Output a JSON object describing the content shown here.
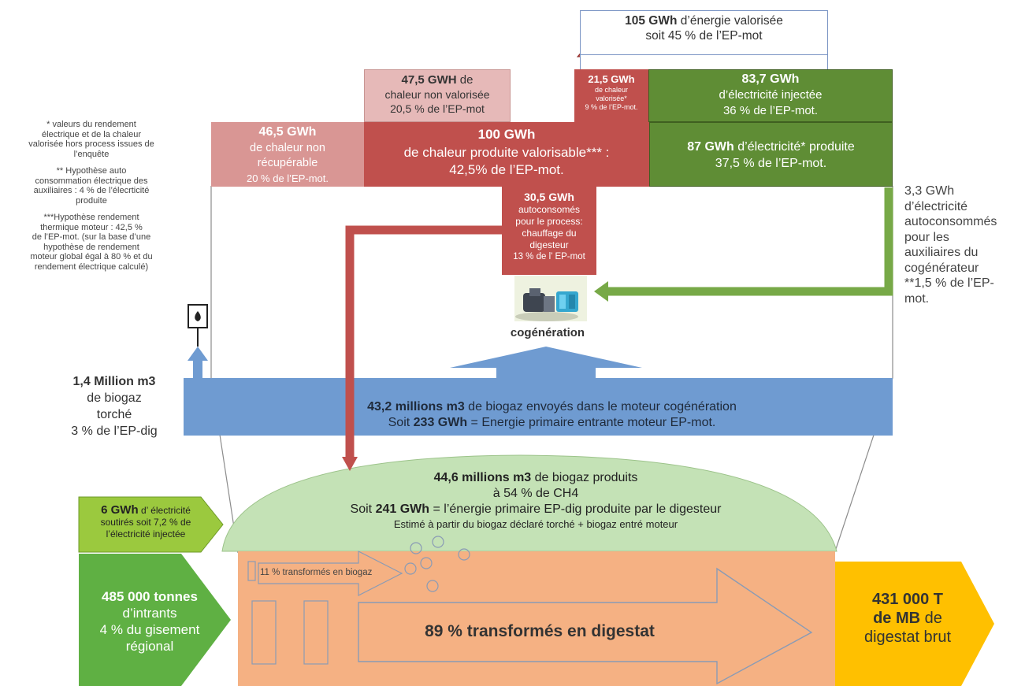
{
  "colors": {
    "red_main": "#c0504d",
    "red_light": "#d99694",
    "red_pale": "#e6b9b8",
    "green_dark": "#5f8d35",
    "green_mid": "#77a947",
    "green_lime": "#9bc93e",
    "green_intrants": "#5fb043",
    "blue": "#6f9bd1",
    "dome": "#c4e2b6",
    "orange": "#f5b183",
    "gold": "#ffc000"
  },
  "top_box": {
    "value": "105 GWh",
    "text1": " d’énergie valorisée",
    "text2": "soit 45 % de l’EP-mot"
  },
  "unused_heat": {
    "value": "47,5 GWH",
    "text1": " de",
    "text2": "chaleur non valorisée",
    "text3": "20,5 % de l’EP-mot"
  },
  "valued_heat": {
    "value": "21,5 GWh",
    "text1": "de chaleur",
    "text2": "valorisée*",
    "text3": "9 % de l’EP-mot."
  },
  "injected_elec": {
    "value": "83,7 GWh",
    "text1": "d’électricité injectée",
    "text2": "36 % de l’EP-mot."
  },
  "unrecovered_heat": {
    "value": "46,5 GWh",
    "text1": "de chaleur non",
    "text2": "récupérable",
    "text3": "20 % de l’EP-mot."
  },
  "heat_produced": {
    "value": "100 GWh",
    "text1": "de chaleur produite valorisable*** :",
    "text2": "42,5% de l’EP-mot."
  },
  "elec_produced": {
    "value": "87 GWh",
    "text1": " d’électricité* produite",
    "text2": "37,5 % de l’EP-mot."
  },
  "selfconsumed_heat": {
    "value": "30,5 GWh",
    "lines": [
      "autoconsomés",
      "pour le process:",
      "chauffage du",
      "digesteur",
      "13 % de l’ EP-mot"
    ]
  },
  "auxiliaries": {
    "lines": [
      "3,3 GWh",
      "d’électricité",
      "autoconsommés",
      "pour les",
      "auxiliaires du",
      "cogénérateur",
      "**1,5 % de l’EP-",
      "mot."
    ]
  },
  "notes": {
    "note1": [
      "* valeurs du rendement",
      "électrique et de la chaleur",
      "valorisée hors process issues de",
      "l’enquête"
    ],
    "note2": [
      "** Hypothèse auto",
      "consommation électrique des",
      "auxiliaires : 4 % de l’élecrticité",
      "produite"
    ],
    "note3": [
      "***Hypothèse rendement",
      "thermique moteur : 42,5 %",
      "de l’EP-mot. (sur la base d’une",
      "hypothèse de rendement",
      "moteur global égal à 80 % et du",
      "rendement électrique calculé)"
    ]
  },
  "cogeneration_label": "cogénération",
  "flare": {
    "value": "1,4 Million m3",
    "text1": "de biogaz",
    "text2": "torché",
    "text3": "3 % de l’EP-dig"
  },
  "engine_flow": {
    "value1": "43,2 millions m3",
    "text1": " de biogaz envoyés dans le  moteur cogénération",
    "prefix2": "Soit ",
    "value2": "233 GWh",
    "text2": " = Energie primaire entrante moteur EP-mot."
  },
  "biogas_produced": {
    "value1": "44,6 millions m3",
    "text1": " de biogaz produits",
    "line2": "à 54 % de CH4",
    "prefix3": "Soit ",
    "value3": "241 GWh",
    "text3": " = l’énergie primaire EP-dig produite par le digesteur",
    "line4": "Estimé à partir du biogaz déclaré torché +  biogaz entré moteur"
  },
  "elec_drawn": {
    "value": "6 GWh",
    "text1": " d’ électricité",
    "text2": "soutirés soit 7,2 % de",
    "text3": "l’électricité injectée"
  },
  "intrants": {
    "value": "485 000 tonnes",
    "text1": "d’intrants",
    "text2": "4 % du gisement",
    "text3": "régional"
  },
  "digester": {
    "small_label": "11 % transformés en biogaz",
    "main_label": "89 % transformés en digestat"
  },
  "output": {
    "value1": "431 000 T",
    "value2": "de MB",
    "text2": " de",
    "text3": "digestat brut"
  }
}
